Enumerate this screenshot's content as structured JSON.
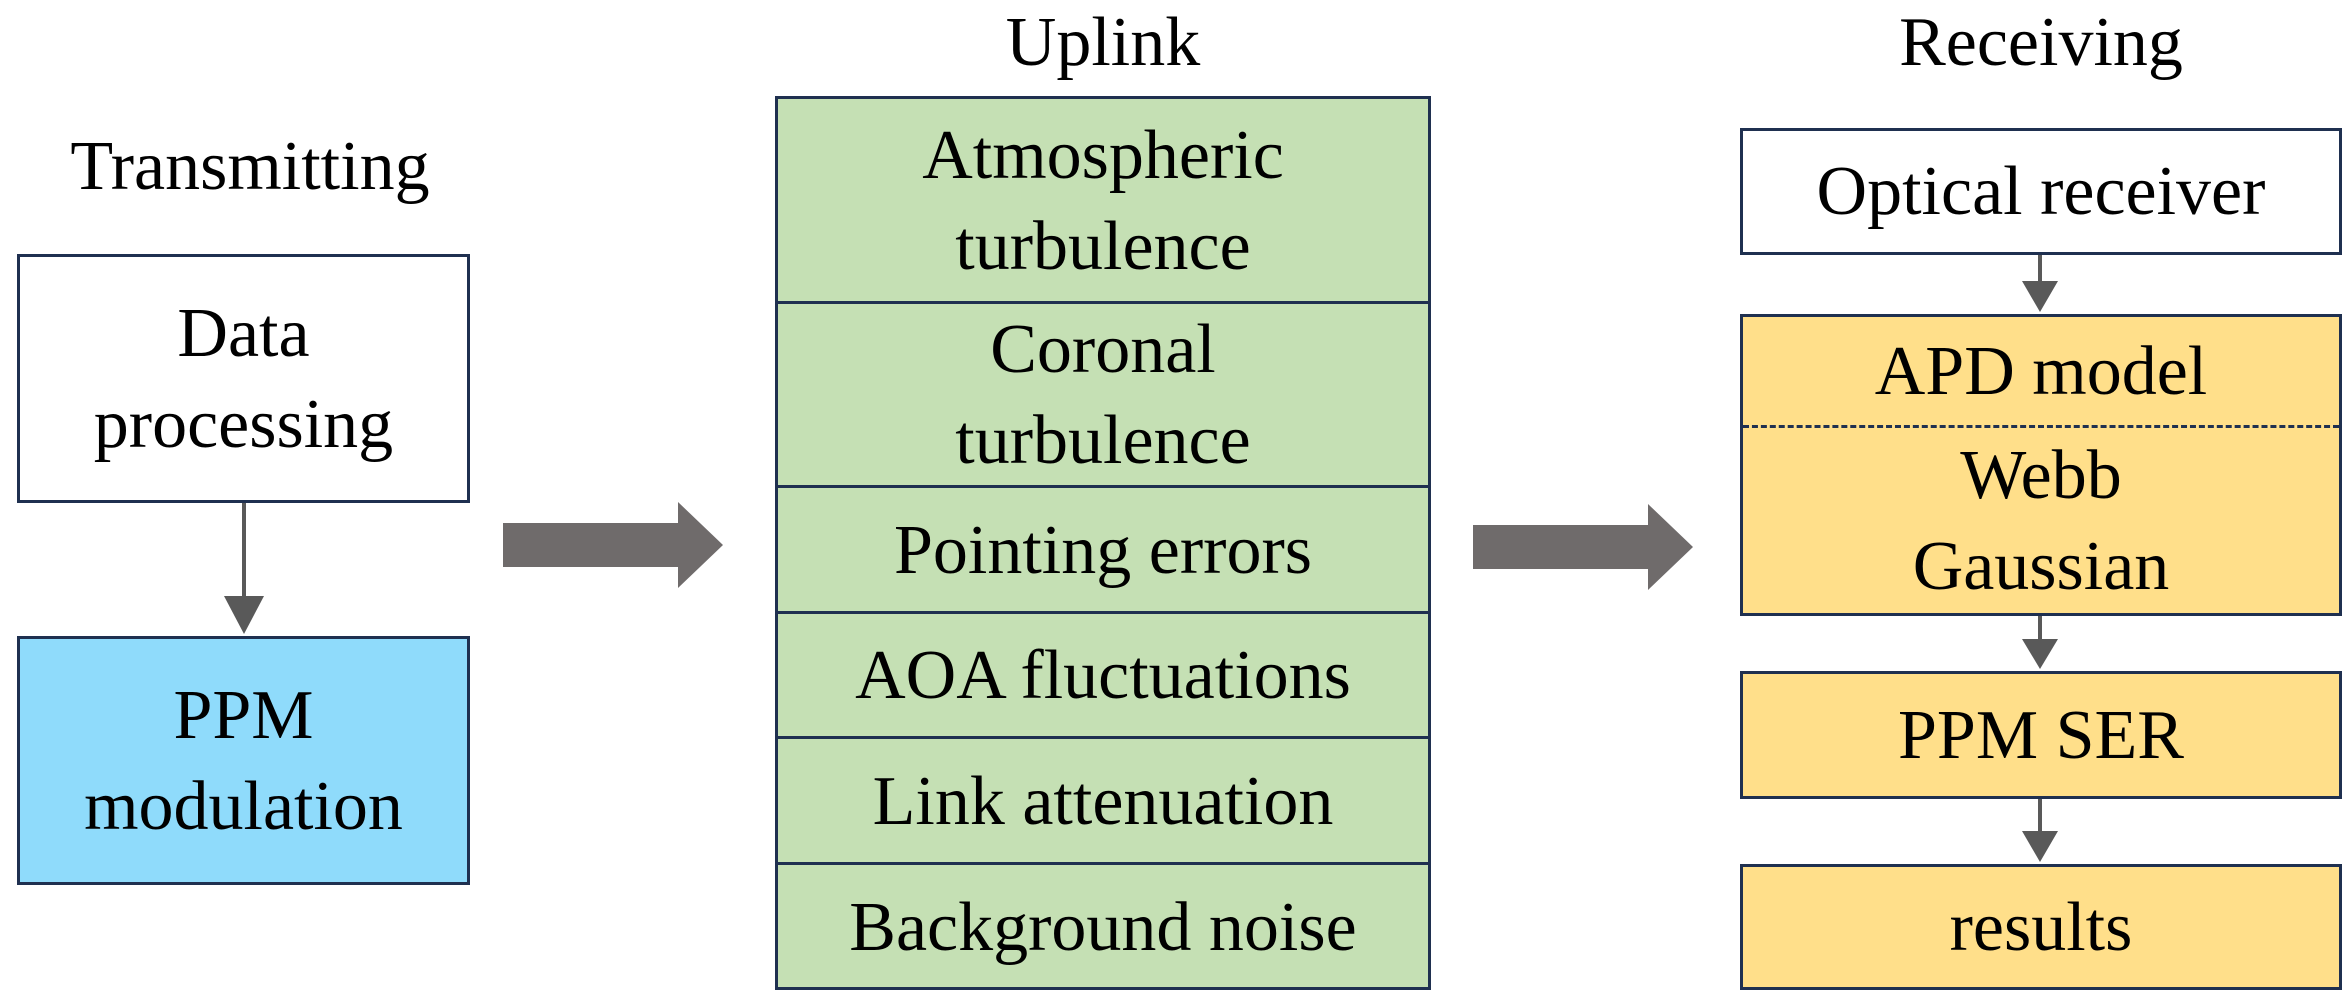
{
  "transmitting": {
    "title": "Transmitting",
    "data_processing": [
      "Data",
      "processing"
    ],
    "ppm_modulation": [
      "PPM",
      "modulation"
    ]
  },
  "uplink": {
    "title": "Uplink",
    "items": [
      [
        "Atmospheric",
        "turbulence"
      ],
      [
        "Coronal",
        "turbulence"
      ],
      [
        "Pointing errors"
      ],
      [
        "AOA fluctuations"
      ],
      [
        "Link attenuation"
      ],
      [
        "Background noise"
      ]
    ]
  },
  "receiving": {
    "title": "Receiving",
    "optical_receiver": "Optical receiver",
    "apd_model": "APD model",
    "apd_variants": [
      "Webb",
      "Gaussian"
    ],
    "ppm_ser": "PPM SER",
    "results": "results"
  },
  "colors": {
    "border": "#1f3050",
    "ppm_fill": "#8fdbfb",
    "uplink_fill": "#c5e0b4",
    "receiving_fill": "#ffdf8a",
    "arrow_fill": "#6f6b6b"
  }
}
